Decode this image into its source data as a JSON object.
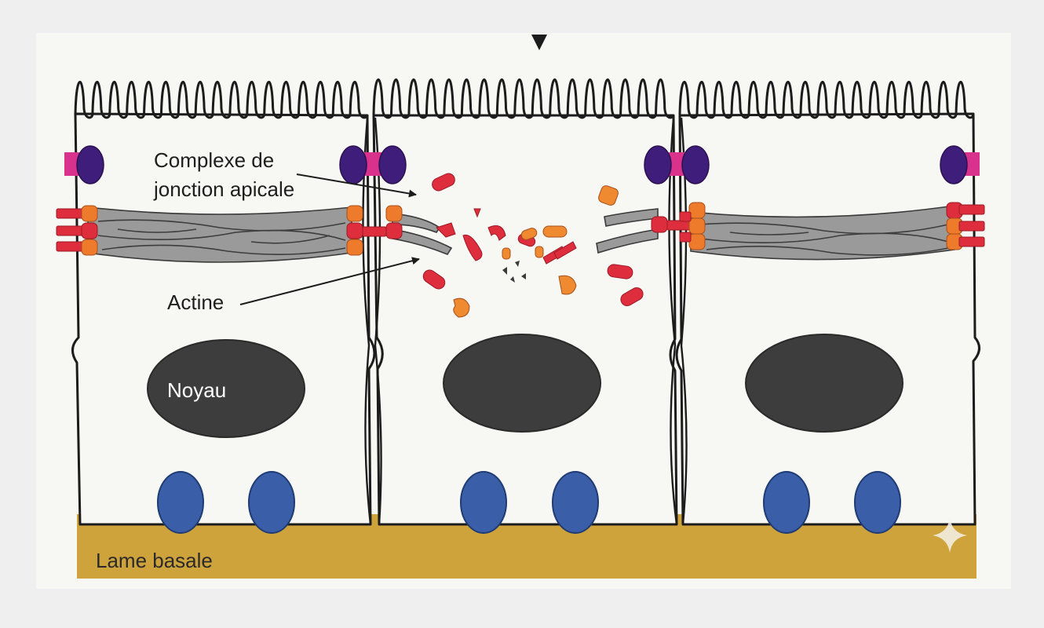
{
  "labels": {
    "junction_line1": "Complexe de",
    "junction_line2": "jonction apicale",
    "actin": "Actine",
    "nucleus": "Noyau",
    "basal_lamina": "Lame basale"
  },
  "colors": {
    "page_background": "#efefef",
    "panel_background": "#f7f7f4",
    "basal_lamina": "#cfa33c",
    "nucleus": "#3d3d3d",
    "hemidesmosome": "#3a5ea8",
    "tight_junction_pink": "#d8328c",
    "tight_junction_purple": "#3f1d7a",
    "adherens_red": "#de2e3e",
    "adherens_orange": "#ee7a2c",
    "actin_gray": "#9a9a9a"
  },
  "icons": {
    "top_marker": "down-triangle-icon",
    "corner_mark": "sparkle-icon"
  }
}
